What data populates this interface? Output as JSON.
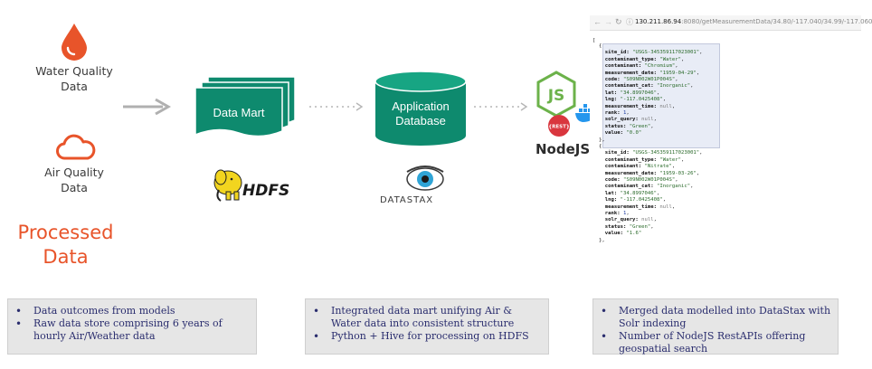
{
  "sources": {
    "water": {
      "icon": "water-drop-icon",
      "label_line1": "Water Quality",
      "label_line2": "Data"
    },
    "air": {
      "icon": "cloud-icon",
      "label_line1": "Air Quality",
      "label_line2": "Data"
    },
    "processed_line1": "Processed",
    "processed_line2": "Data"
  },
  "pipeline": {
    "data_mart": {
      "label": "Data Mart",
      "logo_text": "HDFS"
    },
    "app_db": {
      "label_line1": "Application",
      "label_line2": "Database",
      "logo_text": "DATASTAX"
    },
    "nodejs": {
      "label": "NodeJS",
      "js_text": "JS",
      "rest_text": "{REST}"
    }
  },
  "colors": {
    "teal": "#0e8a6e",
    "orange": "#e8542a",
    "node_green": "#6cb24a",
    "docker_blue": "#2496ed",
    "rest_red": "#d9363e",
    "note_text": "#2a2d6e"
  },
  "browser": {
    "url_host": "130.211.86.94",
    "url_rest": ":8080/getMeasurementData/34.80/-117.040/34.99/-117.060"
  },
  "records": [
    {
      "site_id": "\"USGS-345359117023001\"",
      "contaminant_type": "\"Water\"",
      "contaminant": "\"Chromium\"",
      "measurement_date": "\"1959-04-29\"",
      "code": "\"S09N002W01P004S\"",
      "contaminant_cat": "\"Inorganic\"",
      "lat": "\"34.8997046\"",
      "lng": "\"-117.0425408\"",
      "measurement_time": "null",
      "rank": "1",
      "solr_query": "null",
      "status": "\"Green\"",
      "value": "\"0.0\""
    },
    {
      "site_id": "\"USGS-345359117023001\"",
      "contaminant_type": "\"Water\"",
      "contaminant": "\"Nitrate\"",
      "measurement_date": "\"1959-03-26\"",
      "code": "\"S09N002W01P004S\"",
      "contaminant_cat": "\"Inorganic\"",
      "lat": "\"34.8997046\"",
      "lng": "\"-117.0425408\"",
      "measurement_time": "null",
      "rank": "1",
      "solr_query": "null",
      "status": "\"Green\"",
      "value": "\"1.6\""
    }
  ],
  "notes": [
    {
      "items": [
        "Data outcomes from models",
        "Raw data store comprising 6 years of hourly Air/Weather data"
      ]
    },
    {
      "items": [
        "Integrated data mart unifying Air & Water data into consistent structure",
        "Python + Hive for processing on HDFS"
      ]
    },
    {
      "items": [
        "Merged data modelled into DataStax with Solr indexing",
        "Number of NodeJS RestAPIs offering geospatial search"
      ]
    }
  ]
}
